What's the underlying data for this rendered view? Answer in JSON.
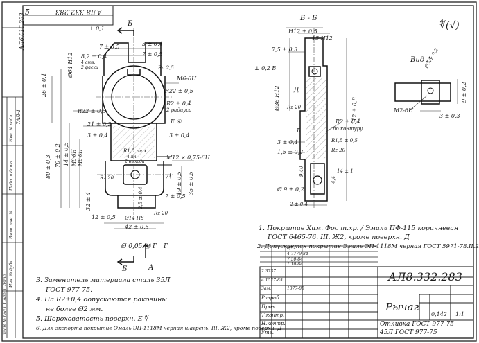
{
  "page_number": "5",
  "top_stamp": {
    "designation_mirrored": "АЛ8 332.283",
    "side_code": "АЛ6.016.283"
  },
  "section_labels": {
    "section_arrow_top": "Б",
    "section_arrow_bottom": "Б",
    "view_arrow": "А",
    "section_title": "Б - Б",
    "view_title": "Вид А"
  },
  "roughness_general": "∜(√)",
  "front_view_dims": [
    "⊥ 0,1",
    "7 ± 0,5",
    "3 ± 0,4",
    "8,2 ± 0,4",
    "4 отв.",
    "2 фаски",
    "7 ± 0,5",
    "Rа 2,5",
    "M6-6H",
    "Ø64 H12",
    "R22 ± 0,5",
    "R2 ± 0,4",
    "2 радиуса",
    "R22 ± 0,5",
    "21 ± 0,2",
    "3 ± 0,4",
    "E ④",
    "3 ± 0,4",
    "26 ± 0,1",
    "70 ± 0,2",
    "80 ± 0,3",
    "14 ± 0,5",
    "M8-6H",
    "M6-6H",
    "R1,5 max",
    "4 пл.",
    "2 выхода",
    "M12 × 0,75-6H",
    "Д",
    "35 ± 0,5",
    "19 ± 0,5",
    "Rz 20",
    "7 ± 0,5",
    "32 ± 4",
    "2,5 ± 0,4",
    "12 ± 0,5",
    "Ø14 H8",
    "42 ± 0,5",
    "Ø 0,05 Ⓜ Г",
    "Г",
    "Rz 20"
  ],
  "section_dims": [
    "H12 ± 0,5",
    "15 H12",
    "7,5 ± 0,3",
    "⊥ 0,2 В",
    "Ø36 H12",
    "112 ± 0,8",
    "Rz 20",
    "Д",
    "R2 ± 0,4",
    "по контуру",
    "В",
    "3 ± 0,4",
    "1,5 ± 0,2",
    "9,40",
    "4,4",
    "Ø 9 ± 0,2",
    "R1,5 ± 0,5",
    "2 ± 0,4",
    "Rz 20",
    "14 ± 1"
  ],
  "view_a_dims": [
    "Ø3 ± 0,2",
    "9 ± 0,2",
    "M2-6H",
    "3 ± 0,3"
  ],
  "notes": [
    "1. Покрытие Хим. Фос т.хр. / Эмаль ПФ-115 коричневая",
    "ГОСТ 6465-76. III. Ж2, кроме поверхн. Д",
    "2. Допускается покрытие Эмаль ЭП-1118М черная ГОСТ 5971-78.II.2Н",
    "3. Заменитель материала сталь 35Л",
    "ГОСТ 977-75.",
    "4. На R2±0,4 допускаются раковины",
    "не более Ø2 мм.",
    "5. Шероховатость поверхн. Е  ∜",
    "6. Для экспорта покрытие Эмаль ЭП-1118М черная шагрень. III. Ж2, кроме поверхн. Д"
  ],
  "title_block": {
    "designation": "АЛ8.332.283",
    "part_name": "Рычаг",
    "material_line1": "Отливка ГОСТ 977-75",
    "material_line2": "45Л ГОСТ 977-75",
    "mass": "0,142",
    "scale": "1:1",
    "lit": "",
    "sheet_total": "",
    "revision_rows": [
      [
        "",
        "6/5-3",
        "",
        "",
        "",
        ""
      ],
      [
        "",
        "4 7779-84",
        "",
        "",
        "",
        ""
      ],
      [
        "",
        "7 50-84",
        "",
        "",
        "",
        ""
      ],
      [
        "",
        "1 10-84",
        "",
        "",
        "",
        ""
      ],
      [
        "",
        "4 1527-85",
        "",
        "",
        "",
        ""
      ],
      [
        "",
        "2 3737",
        "",
        "",
        "",
        ""
      ],
      [
        "",
        "Зам.",
        "1377-85",
        "",
        "",
        ""
      ]
    ],
    "signatures": [
      "Разраб.",
      "Пров.",
      "Т.контр.",
      "Н.контр.",
      "Утв."
    ]
  },
  "margin_stamp": {
    "col1": "Лист № подл. Подп. и дата",
    "col2": "Инв. № дубл.",
    "col3": "Взам. инв. №",
    "col4": "Подп. и дата",
    "col5": "Инв. № подл.",
    "side_numbers": "7АЛ-1"
  }
}
